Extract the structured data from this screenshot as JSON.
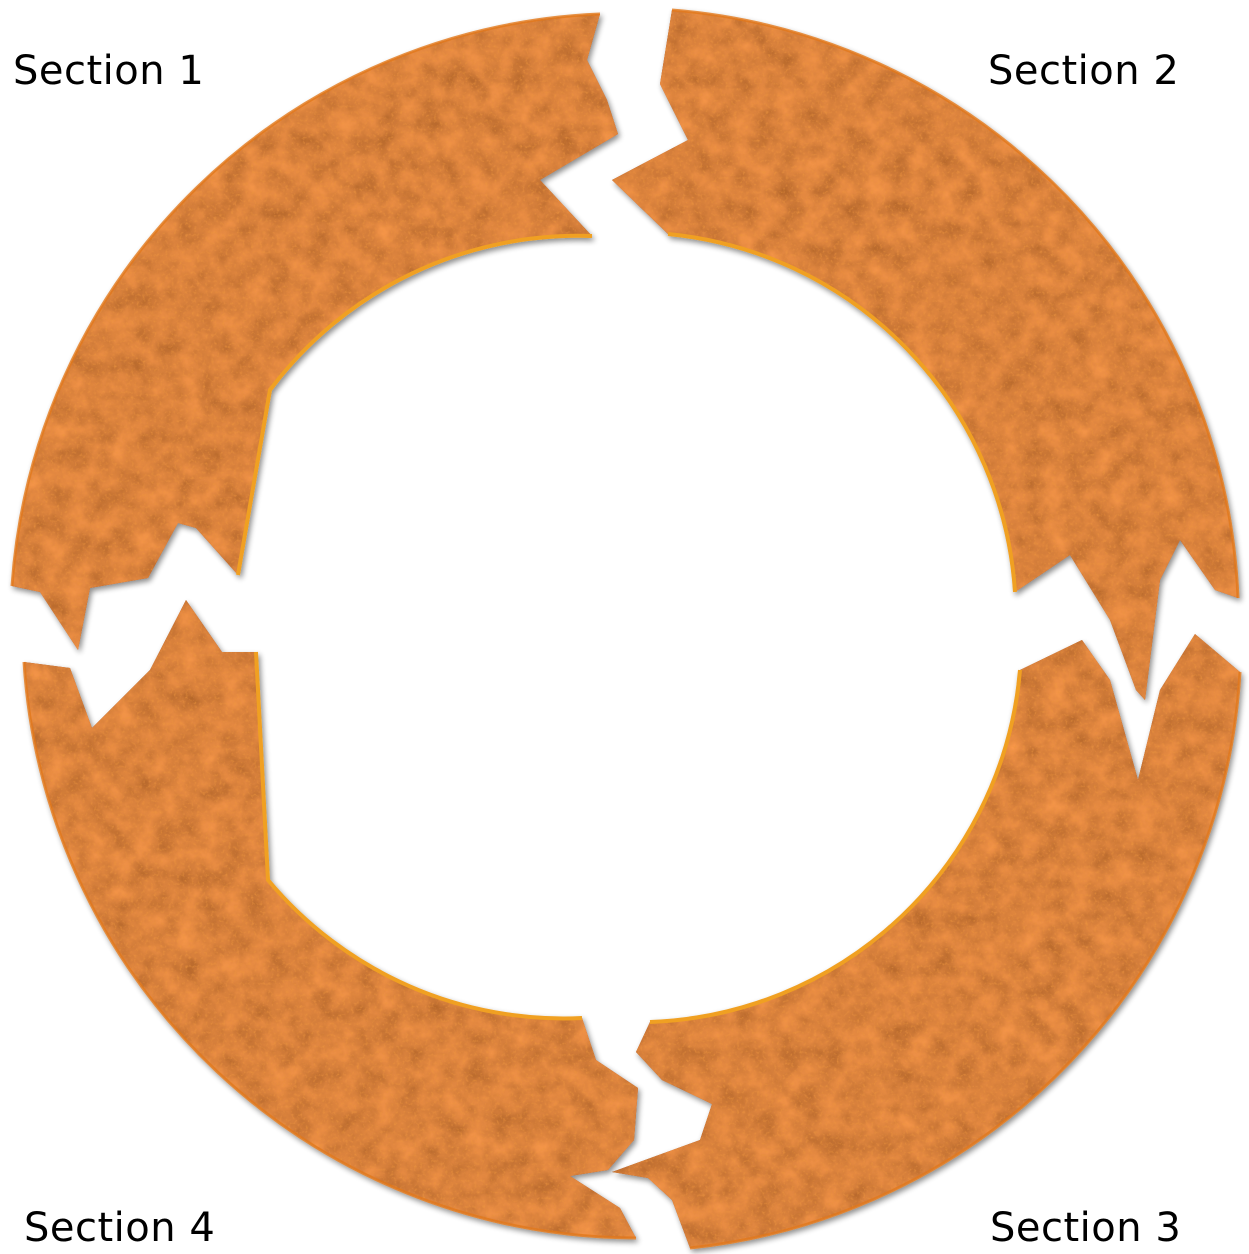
{
  "diagram": {
    "segments": [
      {
        "id": "section-1",
        "label": "Section 1",
        "position": "top-left"
      },
      {
        "id": "section-2",
        "label": "Section 2",
        "position": "top-right"
      },
      {
        "id": "section-3",
        "label": "Section 3",
        "position": "bottom-right"
      },
      {
        "id": "section-4",
        "label": "Section 4",
        "position": "bottom-left"
      }
    ],
    "style": {
      "ring_base": "#9c3d0e",
      "ring_dark": "#6a2708",
      "ring_light": "#c8531a",
      "edge_highlight": "#f0a020",
      "edge_shadow": "#2a1204",
      "background": "#ffffff",
      "text": "#000000"
    }
  }
}
